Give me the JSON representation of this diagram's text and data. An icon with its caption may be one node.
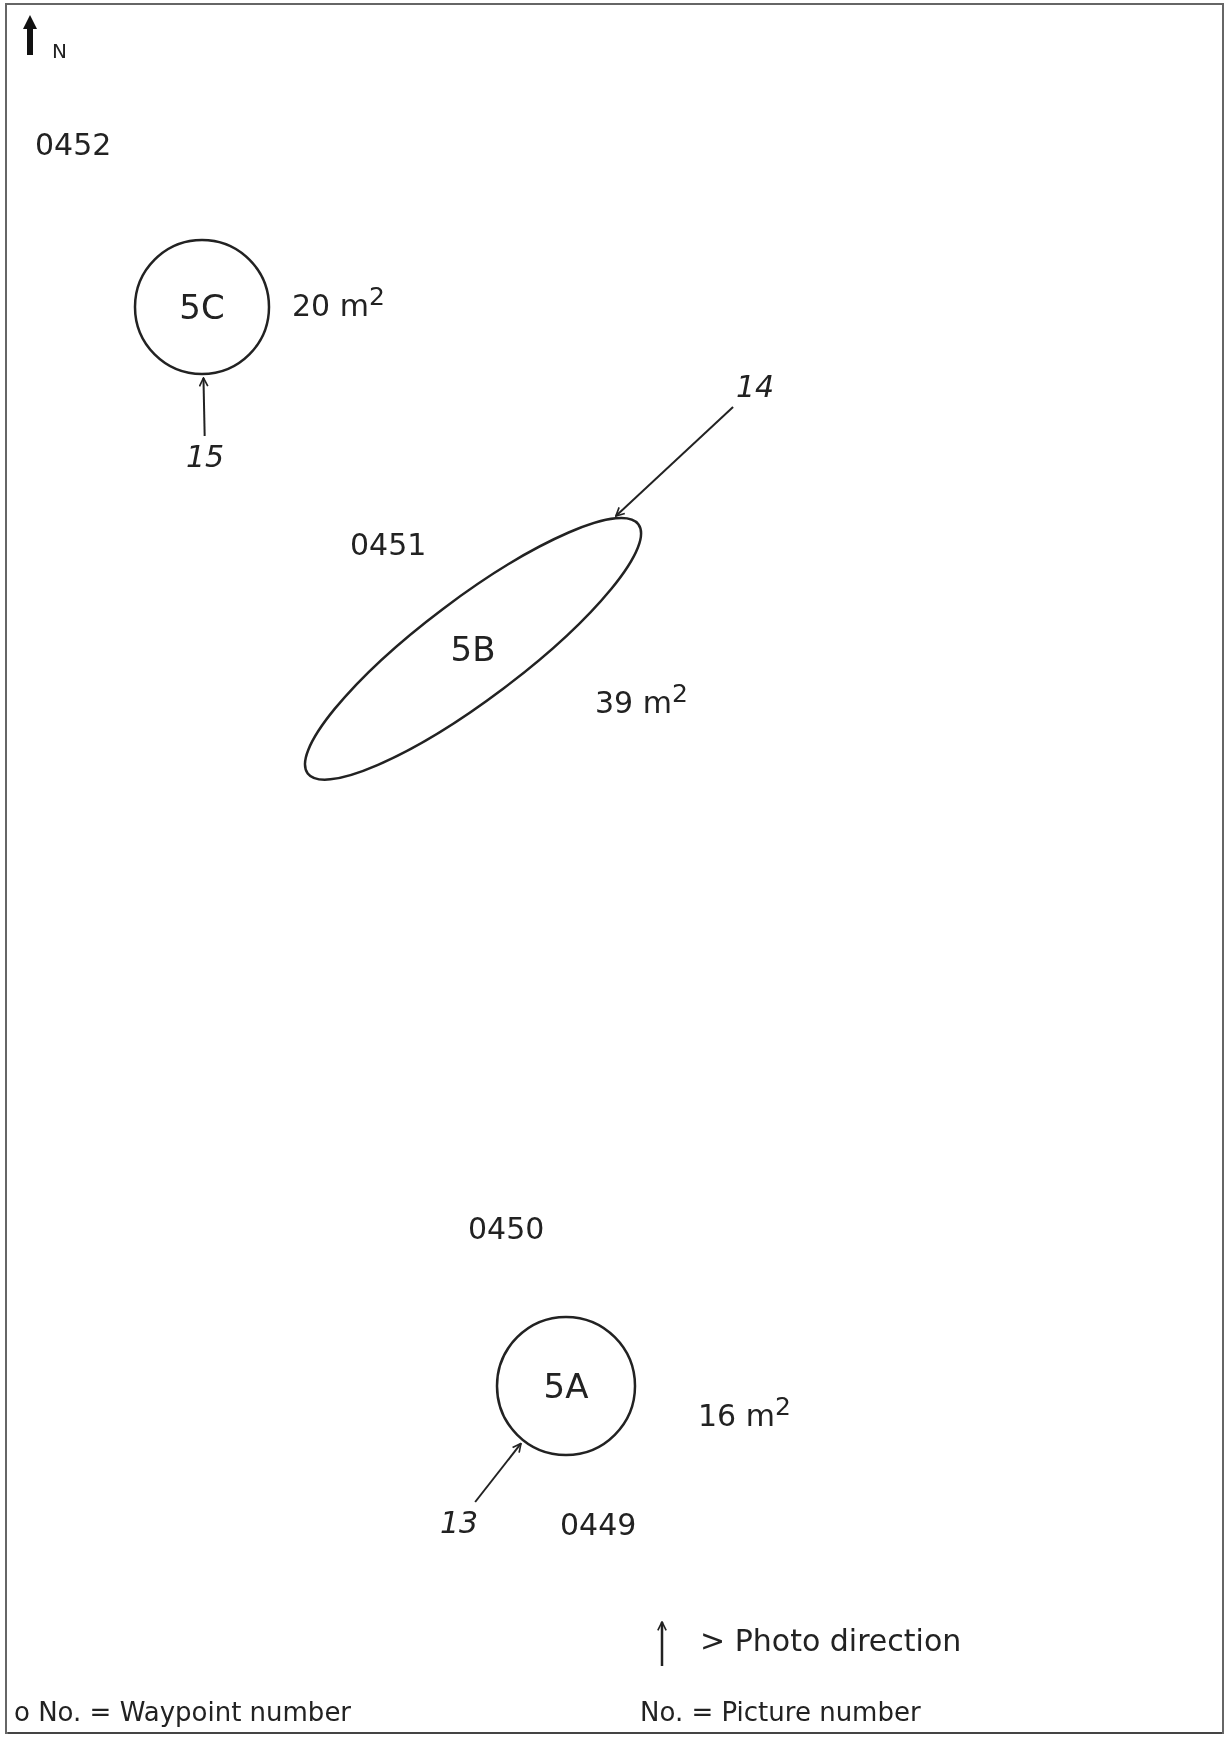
{
  "diagram": {
    "nodes": [
      {
        "text": [
          "5C"
        ],
        "beside": [
          "20 m$^{2}$"
        ]
      },
      {
        "text": [
          "15"
        ]
      },
      {
        "text": [
          "14"
        ]
      },
      {
        "text": [
          "5B"
        ],
        "beside": [
          "39 m$^{2}$"
        ]
      },
      {
        "text": [
          "5A"
        ],
        "beside": [
          "16 m$^{2}$"
        ]
      },
      {
        "text": [
          "13"
        ]
      }
    ],
    "edges": [
      {
        "from": 1,
        "to": 0,
        "arrow": "to"
      },
      {
        "from": 2,
        "to": 3,
        "arrow": "to"
      },
      {
        "from": 5,
        "to": 4,
        "arrow": "to"
      }
    ],
    "labels": [
      "N",
      "0452",
      "0451",
      "0450",
      "0449",
      "o No. = Waypoint number",
      "No. = Picture number"
    ],
    "legend": [
      {
        "text": "> Photo direction"
      }
    ]
  }
}
